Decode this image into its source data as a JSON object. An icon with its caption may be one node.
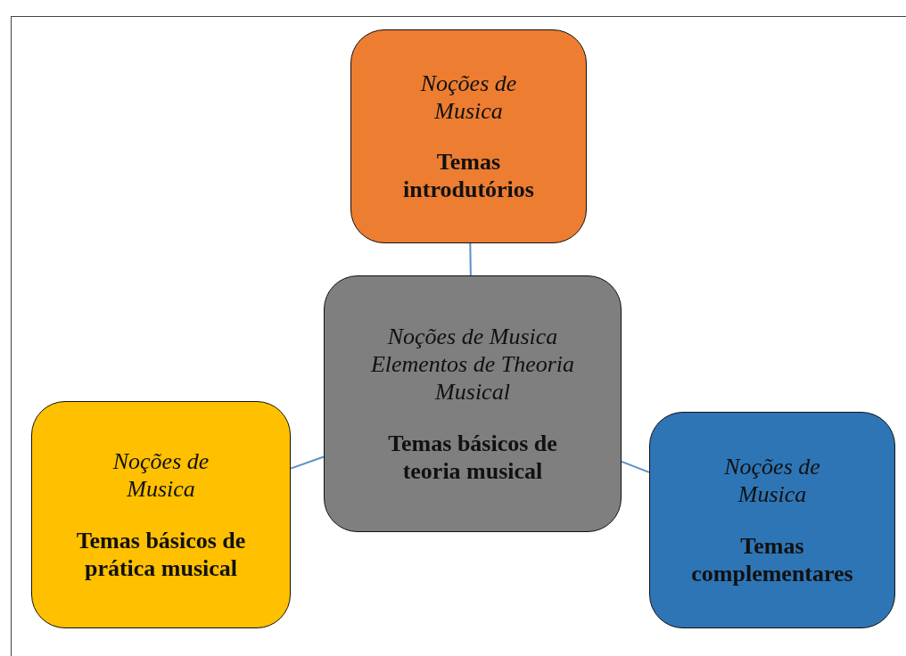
{
  "diagram": {
    "nodes": [
      {
        "text": [
          "Noções de Musica Elementos de Theoria Musical",
          "Temas básicos de teoria musical"
        ]
      },
      {
        "text": [
          "Noções de Musica",
          "Temas introdutórios"
        ]
      },
      {
        "text": [
          "Noções de Musica",
          "Temas básicos de prática musical"
        ]
      },
      {
        "text": [
          "Noções de Musica",
          "Temas complementares"
        ]
      }
    ],
    "edges": [
      {
        "from": 0,
        "to": 1,
        "arrow": "none"
      },
      {
        "from": 0,
        "to": 2,
        "arrow": "none"
      },
      {
        "from": 0,
        "to": 3,
        "arrow": "none"
      }
    ]
  }
}
